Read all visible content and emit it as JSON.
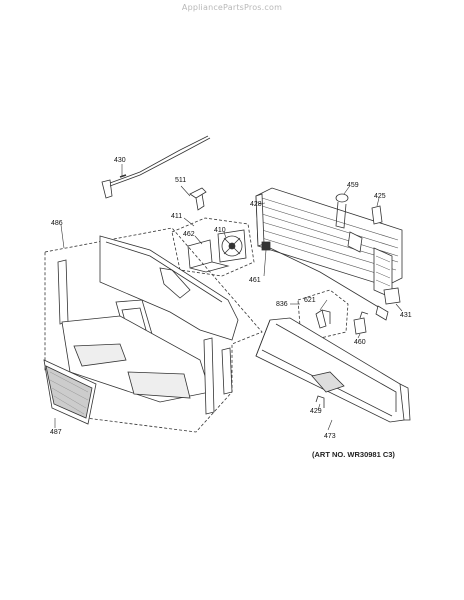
{
  "watermark": "AppliancePartsPros.com",
  "art_number": "(ART NO. WR30981 C3)",
  "callouts": [
    {
      "id": "430",
      "text": "430"
    },
    {
      "id": "511",
      "text": "511"
    },
    {
      "id": "411",
      "text": "411"
    },
    {
      "id": "462",
      "text": "462"
    },
    {
      "id": "410",
      "text": "410"
    },
    {
      "id": "486",
      "text": "486"
    },
    {
      "id": "487",
      "text": "487"
    },
    {
      "id": "428",
      "text": "428"
    },
    {
      "id": "459",
      "text": "459"
    },
    {
      "id": "425",
      "text": "425"
    },
    {
      "id": "461",
      "text": "461"
    },
    {
      "id": "836",
      "text": "836"
    },
    {
      "id": "621",
      "text": "621"
    },
    {
      "id": "431",
      "text": "431"
    },
    {
      "id": "460",
      "text": "460"
    },
    {
      "id": "429",
      "text": "429"
    },
    {
      "id": "473",
      "text": "473"
    }
  ]
}
